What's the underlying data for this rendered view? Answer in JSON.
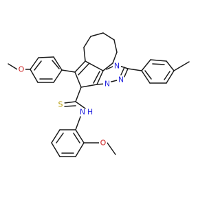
{
  "molecule": {
    "colors": {
      "bond": "#1a1a1a",
      "carbon": "#1a1a1a",
      "oxygen": "#cc2020",
      "nitrogen": "#2a2ae0",
      "sulfur": "#b59a00"
    },
    "atom_labels": {
      "o_left": "O",
      "o_bottom": "O",
      "s_thione": "S",
      "n_ring": "N",
      "n_bridge": "N",
      "n_triazole": "N",
      "nh_amide": "N",
      "h_amide": "H"
    }
  }
}
